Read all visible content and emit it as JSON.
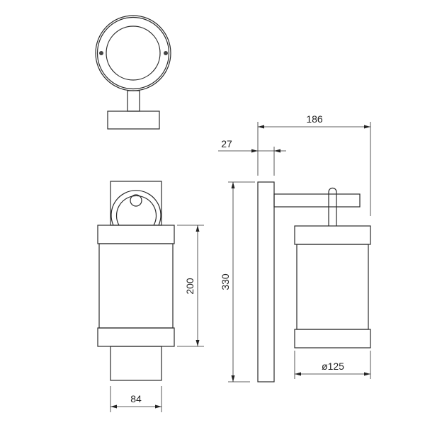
{
  "dimensions": {
    "overall_depth": "186",
    "backplate_thickness": "27",
    "overall_height": "330",
    "lamp_height": "200",
    "lamp_diameter": "ø125",
    "base_width": "84"
  },
  "line_color": "#2a2a2a",
  "background_color": "#ffffff"
}
